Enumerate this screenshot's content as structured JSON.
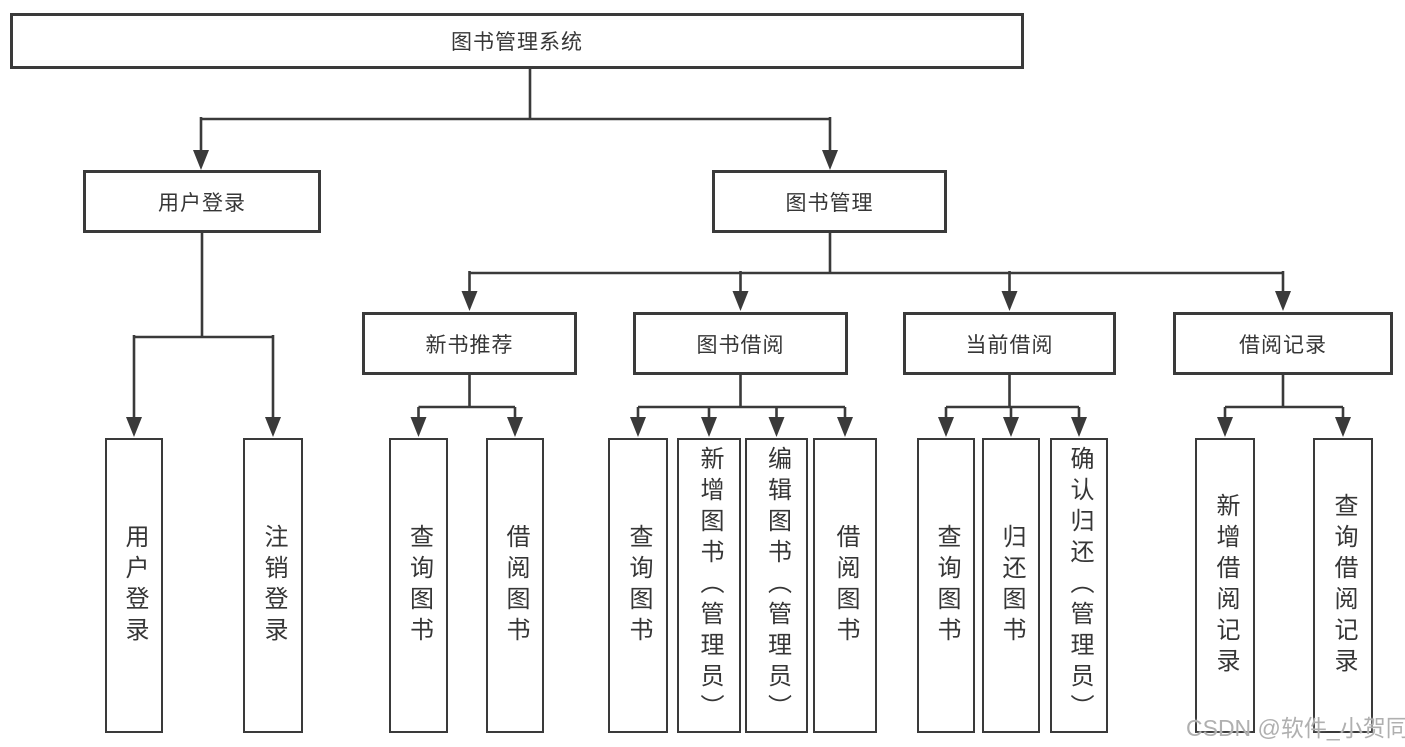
{
  "tree": {
    "root": "图书管理系统",
    "login_branch": {
      "label": "用户登录",
      "children": [
        "用户登录",
        "注销登录"
      ]
    },
    "mgmt_branch": {
      "label": "图书管理",
      "groups": [
        {
          "label": "新书推荐",
          "children": [
            "查询图书",
            "借阅图书"
          ]
        },
        {
          "label": "图书借阅",
          "children": [
            "查询图书",
            "新增图书（管理员）",
            "编辑图书（管理员）",
            "借阅图书"
          ]
        },
        {
          "label": "当前借阅",
          "children": [
            "查询图书",
            "归还图书",
            "确认归还（管理员）"
          ]
        },
        {
          "label": "借阅记录",
          "children": [
            "新增借阅记录",
            "查询借阅记录"
          ]
        }
      ]
    }
  },
  "watermark": "CSDN @软件_小贺同学",
  "colors": {
    "line": "#3a3a3a",
    "text": "#363636",
    "background": "#ffffff",
    "watermark": "#b0b0b0"
  }
}
